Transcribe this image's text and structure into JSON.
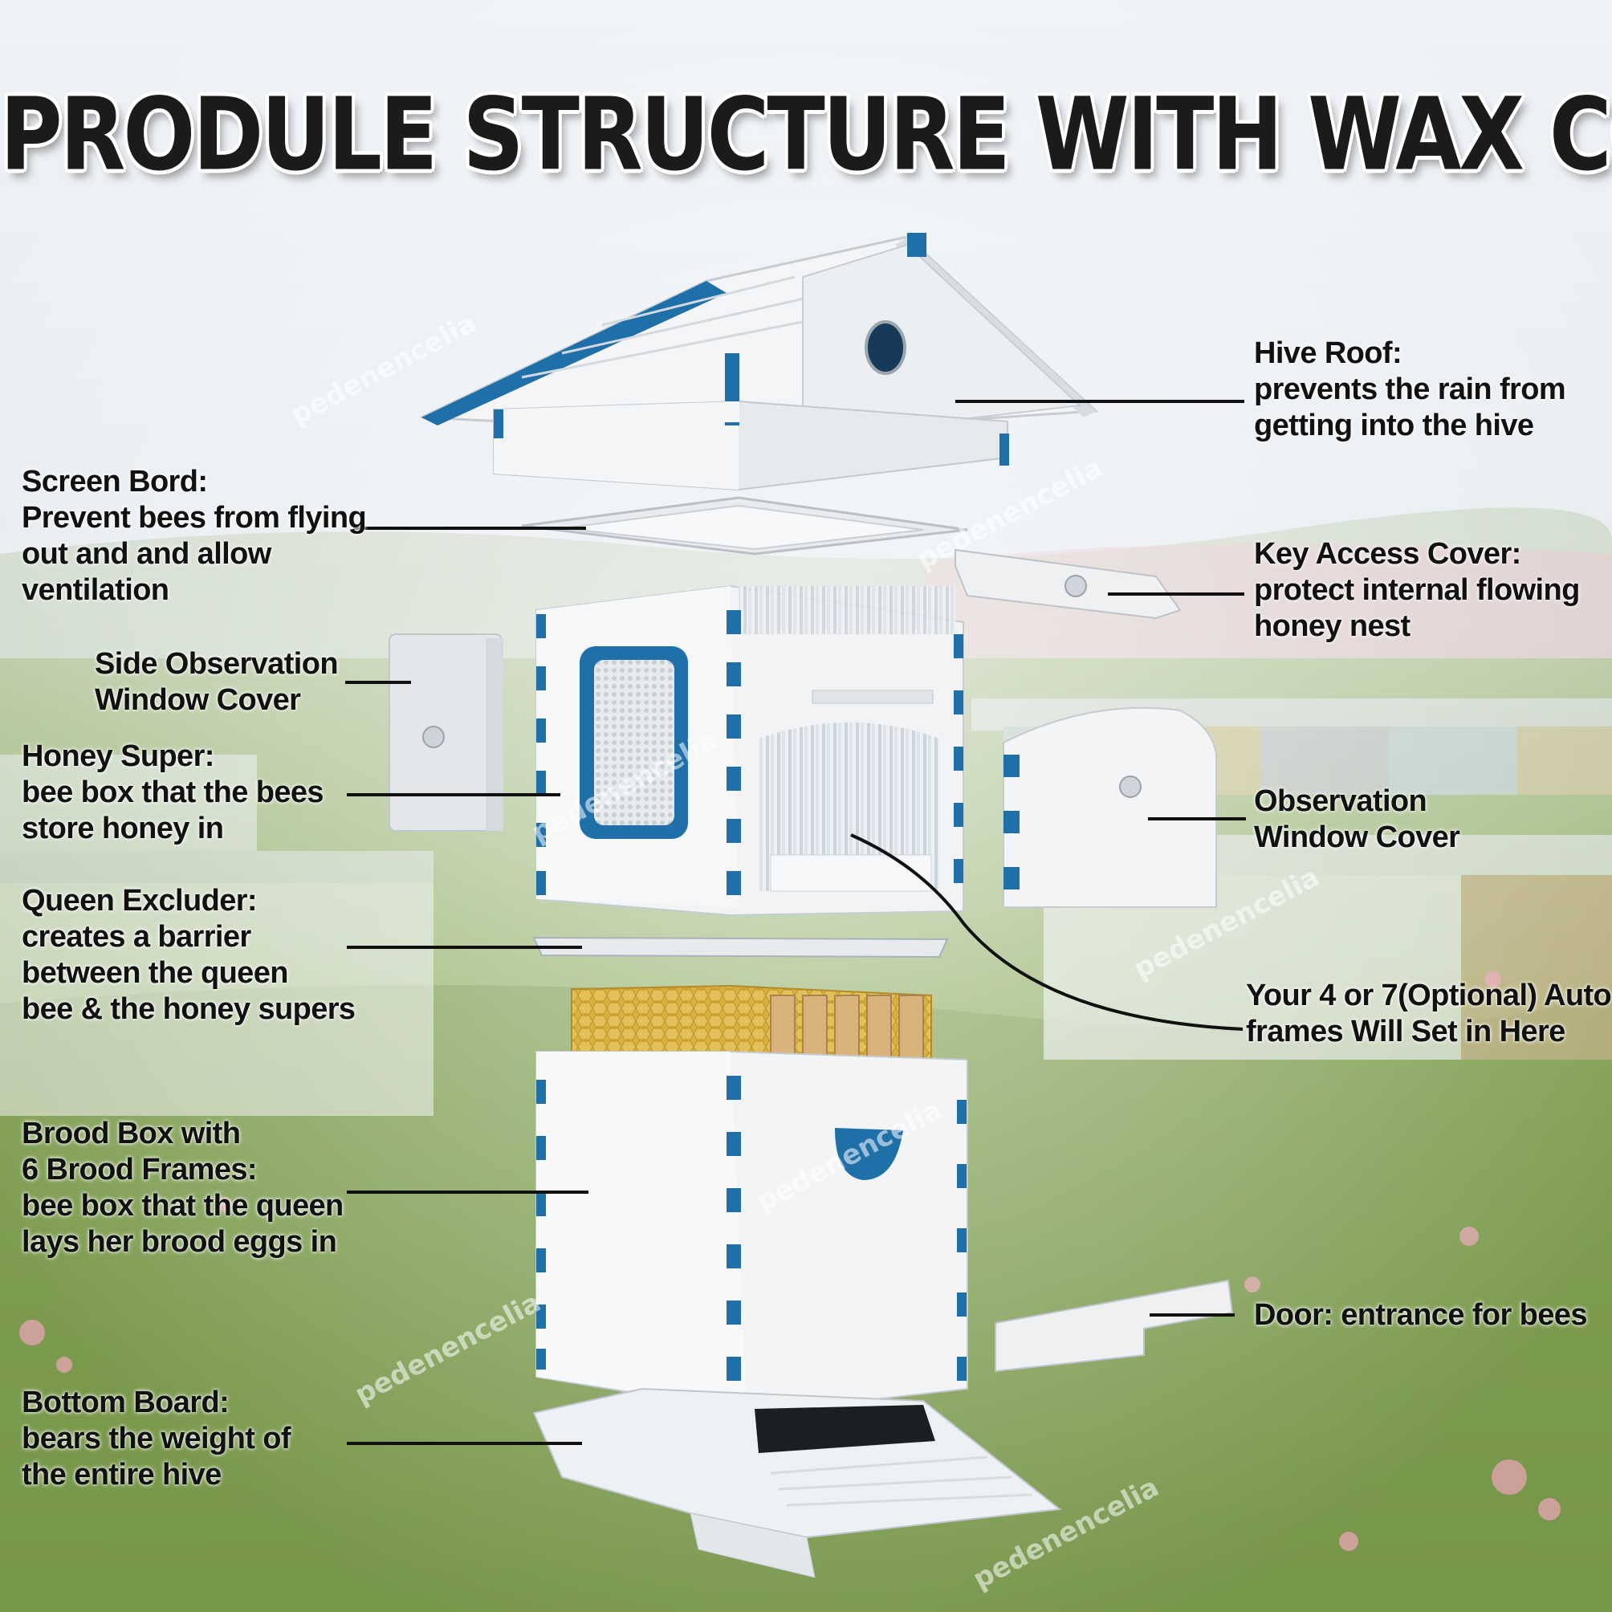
{
  "title": "PRODULE STRUCTURE WITH WAX COATING",
  "watermark": "pedenencelia",
  "callouts": {
    "hive_roof": {
      "heading": "Hive Roof:",
      "desc": "prevents the rain from\ngetting into the hive"
    },
    "screen_board": {
      "heading": "Screen Bord:",
      "desc": "Prevent bees from flying\nout and and allow\nventilation"
    },
    "key_access_cover": {
      "heading": "Key Access Cover:",
      "desc": "protect internal flowing\nhoney nest"
    },
    "side_observation_window_cover": {
      "heading": "Side Observation\nWindow Cover",
      "desc": ""
    },
    "honey_super": {
      "heading": "Honey Super:",
      "desc": "bee box that the bees\nstore honey in"
    },
    "observation_window_cover": {
      "heading": "Observation\nWindow Cover",
      "desc": ""
    },
    "queen_excluder": {
      "heading": "Queen Excluder:",
      "desc": "creates a barrier\nbetween the queen\nbee & the honey supers"
    },
    "auto_frames": {
      "heading": "Your 4 or 7(Optional) Auto\nframes Will Set in Here",
      "desc": ""
    },
    "brood_box": {
      "heading": "Brood Box with\n6 Brood Frames:",
      "desc": "bee box that the queen\nlays her brood eggs in"
    },
    "door": {
      "heading": "Door: entrance for bees",
      "desc": ""
    },
    "bottom_board": {
      "heading": "Bottom Board:",
      "desc": "bears the weight of\nthe entire hive"
    }
  },
  "colors": {
    "accent_blue": "#1f6fa8",
    "hive_white": "#f2f3f5",
    "sky": "#e9eef3",
    "grass": "#7d9a55",
    "honeycomb": "#d8b040"
  }
}
